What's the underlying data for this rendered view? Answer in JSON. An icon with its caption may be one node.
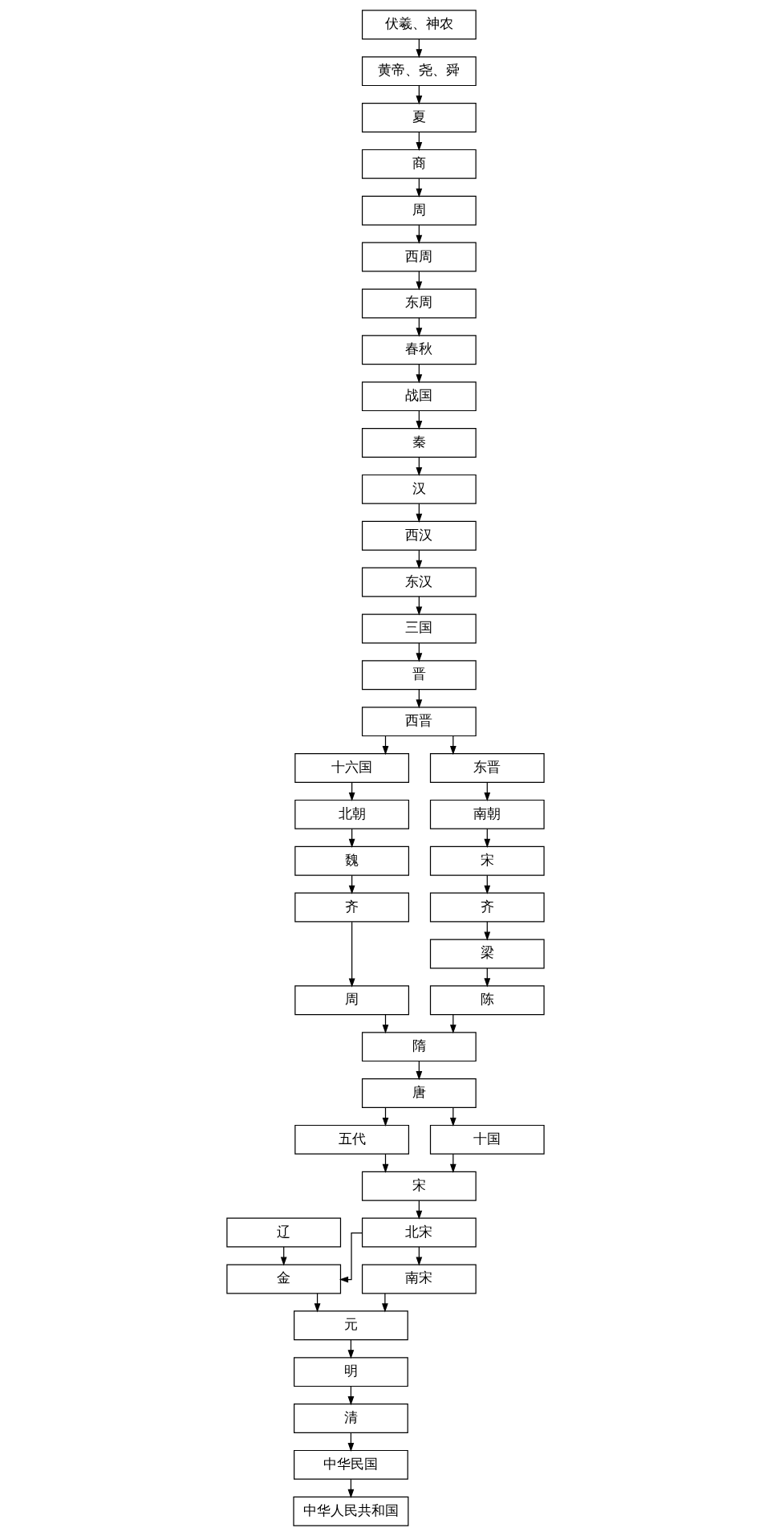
{
  "diagram": {
    "nodes": [
      {
        "text": [
          "伏羲、神农"
        ]
      },
      {
        "text": [
          "黄帝、尧、舜"
        ]
      },
      {
        "text": [
          "夏"
        ]
      },
      {
        "text": [
          "商"
        ]
      },
      {
        "text": [
          "周"
        ]
      },
      {
        "text": [
          "西周"
        ]
      },
      {
        "text": [
          "东周"
        ]
      },
      {
        "text": [
          "春秋"
        ]
      },
      {
        "text": [
          "战国"
        ]
      },
      {
        "text": [
          "秦"
        ]
      },
      {
        "text": [
          "汉"
        ]
      },
      {
        "text": [
          "西汉"
        ]
      },
      {
        "text": [
          "东汉"
        ]
      },
      {
        "text": [
          "三国"
        ]
      },
      {
        "text": [
          "晋"
        ]
      },
      {
        "text": [
          "西晋"
        ]
      },
      {
        "text": [
          "十六国"
        ]
      },
      {
        "text": [
          "东晋"
        ]
      },
      {
        "text": [
          "魏"
        ]
      },
      {
        "text": [
          "宋"
        ]
      },
      {
        "text": [
          "北朝"
        ]
      },
      {
        "text": [
          "南朝"
        ]
      },
      {
        "text": [
          "齐"
        ]
      },
      {
        "text": [
          "齐"
        ]
      },
      {
        "text": [
          "梁"
        ]
      },
      {
        "text": [
          "周"
        ]
      },
      {
        "text": [
          "陈"
        ]
      },
      {
        "text": [
          "隋"
        ]
      },
      {
        "text": [
          "唐"
        ]
      },
      {
        "text": [
          "五代"
        ]
      },
      {
        "text": [
          "十国"
        ]
      },
      {
        "text": [
          "辽"
        ]
      },
      {
        "text": [
          "宋"
        ]
      },
      {
        "text": [
          "北宋"
        ]
      },
      {
        "text": [
          "金"
        ]
      },
      {
        "text": [
          "南宋"
        ]
      },
      {
        "text": [
          "元"
        ]
      },
      {
        "text": [
          "明"
        ]
      },
      {
        "text": [
          "清"
        ]
      },
      {
        "text": [
          "中华民国"
        ]
      },
      {
        "text": [
          "中华人民共和国"
        ]
      }
    ],
    "edges": [
      {
        "from": 0,
        "to": 1,
        "arrow": "to"
      },
      {
        "from": 1,
        "to": 2,
        "arrow": "to"
      },
      {
        "from": 2,
        "to": 3,
        "arrow": "to"
      },
      {
        "from": 3,
        "to": 4,
        "arrow": "to"
      },
      {
        "from": 4,
        "to": 5,
        "arrow": "to"
      },
      {
        "from": 5,
        "to": 6,
        "arrow": "to"
      },
      {
        "from": 6,
        "to": 7,
        "arrow": "to"
      },
      {
        "from": 7,
        "to": 8,
        "arrow": "to"
      },
      {
        "from": 8,
        "to": 9,
        "arrow": "to"
      },
      {
        "from": 9,
        "to": 10,
        "arrow": "to"
      },
      {
        "from": 10,
        "to": 11,
        "arrow": "to"
      },
      {
        "from": 11,
        "to": 12,
        "arrow": "to"
      },
      {
        "from": 12,
        "to": 13,
        "arrow": "to"
      },
      {
        "from": 13,
        "to": 14,
        "arrow": "to"
      },
      {
        "from": 14,
        "to": 15,
        "arrow": "to"
      },
      {
        "from": 15,
        "to": 16,
        "arrow": "to"
      },
      {
        "from": 15,
        "to": 17,
        "arrow": "to"
      },
      {
        "from": 16,
        "to": 20,
        "arrow": "to"
      },
      {
        "from": 20,
        "to": 18,
        "arrow": "to"
      },
      {
        "from": 18,
        "to": 22,
        "arrow": "to"
      },
      {
        "from": 22,
        "to": 25,
        "arrow": "to"
      },
      {
        "from": 17,
        "to": 21,
        "arrow": "to"
      },
      {
        "from": 21,
        "to": 19,
        "arrow": "to"
      },
      {
        "from": 19,
        "to": 23,
        "arrow": "to"
      },
      {
        "from": 23,
        "to": 24,
        "arrow": "to"
      },
      {
        "from": 24,
        "to": 26,
        "arrow": "to"
      },
      {
        "from": 25,
        "to": 27,
        "arrow": "to"
      },
      {
        "from": 26,
        "to": 27,
        "arrow": "to"
      },
      {
        "from": 27,
        "to": 28,
        "arrow": "to"
      },
      {
        "from": 28,
        "to": 29,
        "arrow": "to"
      },
      {
        "from": 28,
        "to": 30,
        "arrow": "to"
      },
      {
        "from": 29,
        "to": 32,
        "arrow": "to"
      },
      {
        "from": 30,
        "to": 32,
        "arrow": "to"
      },
      {
        "from": 32,
        "to": 33,
        "arrow": "to"
      },
      {
        "from": 31,
        "to": 34,
        "arrow": "to"
      },
      {
        "from": 33,
        "to": 34,
        "arrow": "to"
      },
      {
        "from": 33,
        "to": 35,
        "arrow": "to"
      },
      {
        "from": 34,
        "to": 36,
        "arrow": "to"
      },
      {
        "from": 35,
        "to": 36,
        "arrow": "to"
      },
      {
        "from": 36,
        "to": 37,
        "arrow": "to"
      },
      {
        "from": 37,
        "to": 38,
        "arrow": "to"
      },
      {
        "from": 38,
        "to": 39,
        "arrow": "to"
      },
      {
        "from": 39,
        "to": 40,
        "arrow": "to"
      }
    ]
  }
}
